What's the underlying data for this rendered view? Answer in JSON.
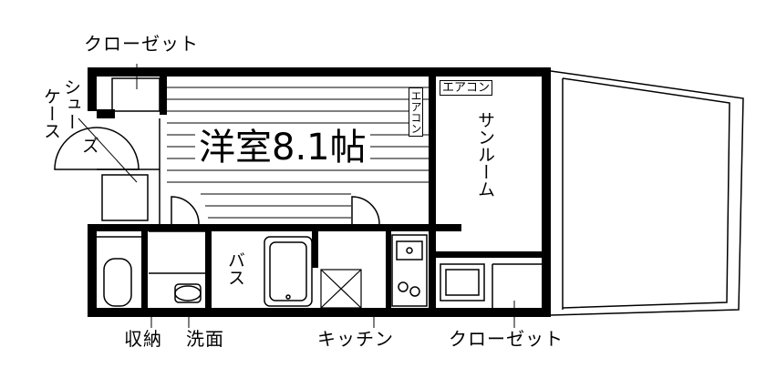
{
  "labels": {
    "closet_top": "クローゼット",
    "shoes_line1": "シュー",
    "shoes_line2": "ズ",
    "shoes_line3": "ケース",
    "western_room": "洋室8.1帖",
    "aircon_sunroom": "エアコン",
    "aircon_room": "エアコン",
    "sunroom": "サンルーム",
    "bath": "バス",
    "storage": "収納",
    "washroom": "洗面",
    "kitchen": "キッチン",
    "closet_bottom": "クローゼット"
  }
}
